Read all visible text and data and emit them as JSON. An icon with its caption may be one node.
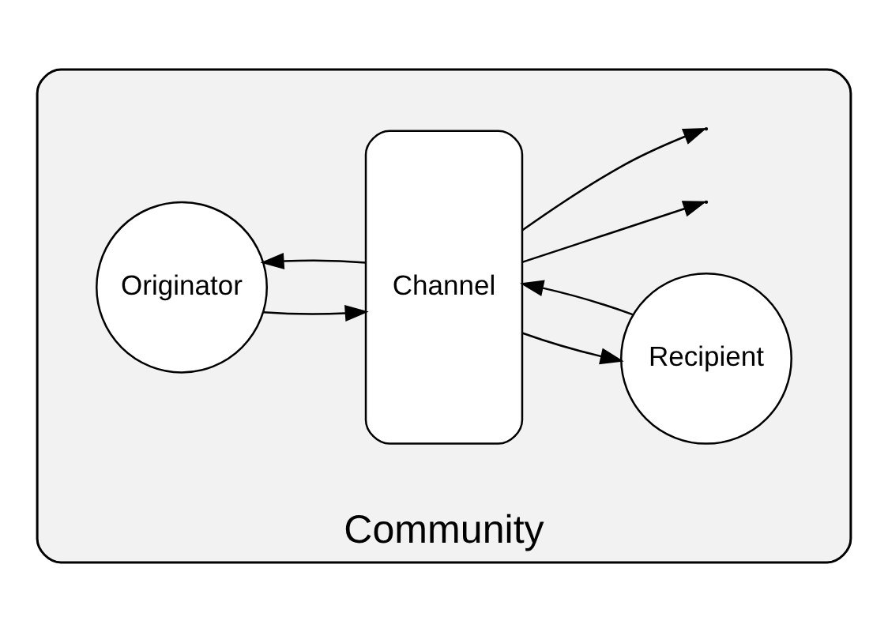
{
  "diagram": {
    "nodes": [
      {
        "text": [
          "Community"
        ]
      },
      {
        "text": [
          "Originator"
        ],
        "in": 0
      },
      {
        "text": [
          "Channel"
        ],
        "in": 0
      },
      {
        "text": [
          "Recipient"
        ],
        "in": 0
      }
    ],
    "edges": [
      {
        "from": 1,
        "to": 2,
        "arrow": "to"
      },
      {
        "from": 2,
        "to": 3,
        "arrow": "to"
      },
      {
        "from": 2,
        "to": null,
        "arrow": "to"
      },
      {
        "from": 3,
        "to": 2,
        "arrow": "to"
      },
      {
        "from": 2,
        "to": 1,
        "arrow": "to"
      },
      {
        "from": 2,
        "to": null,
        "arrow": "to"
      }
    ]
  }
}
